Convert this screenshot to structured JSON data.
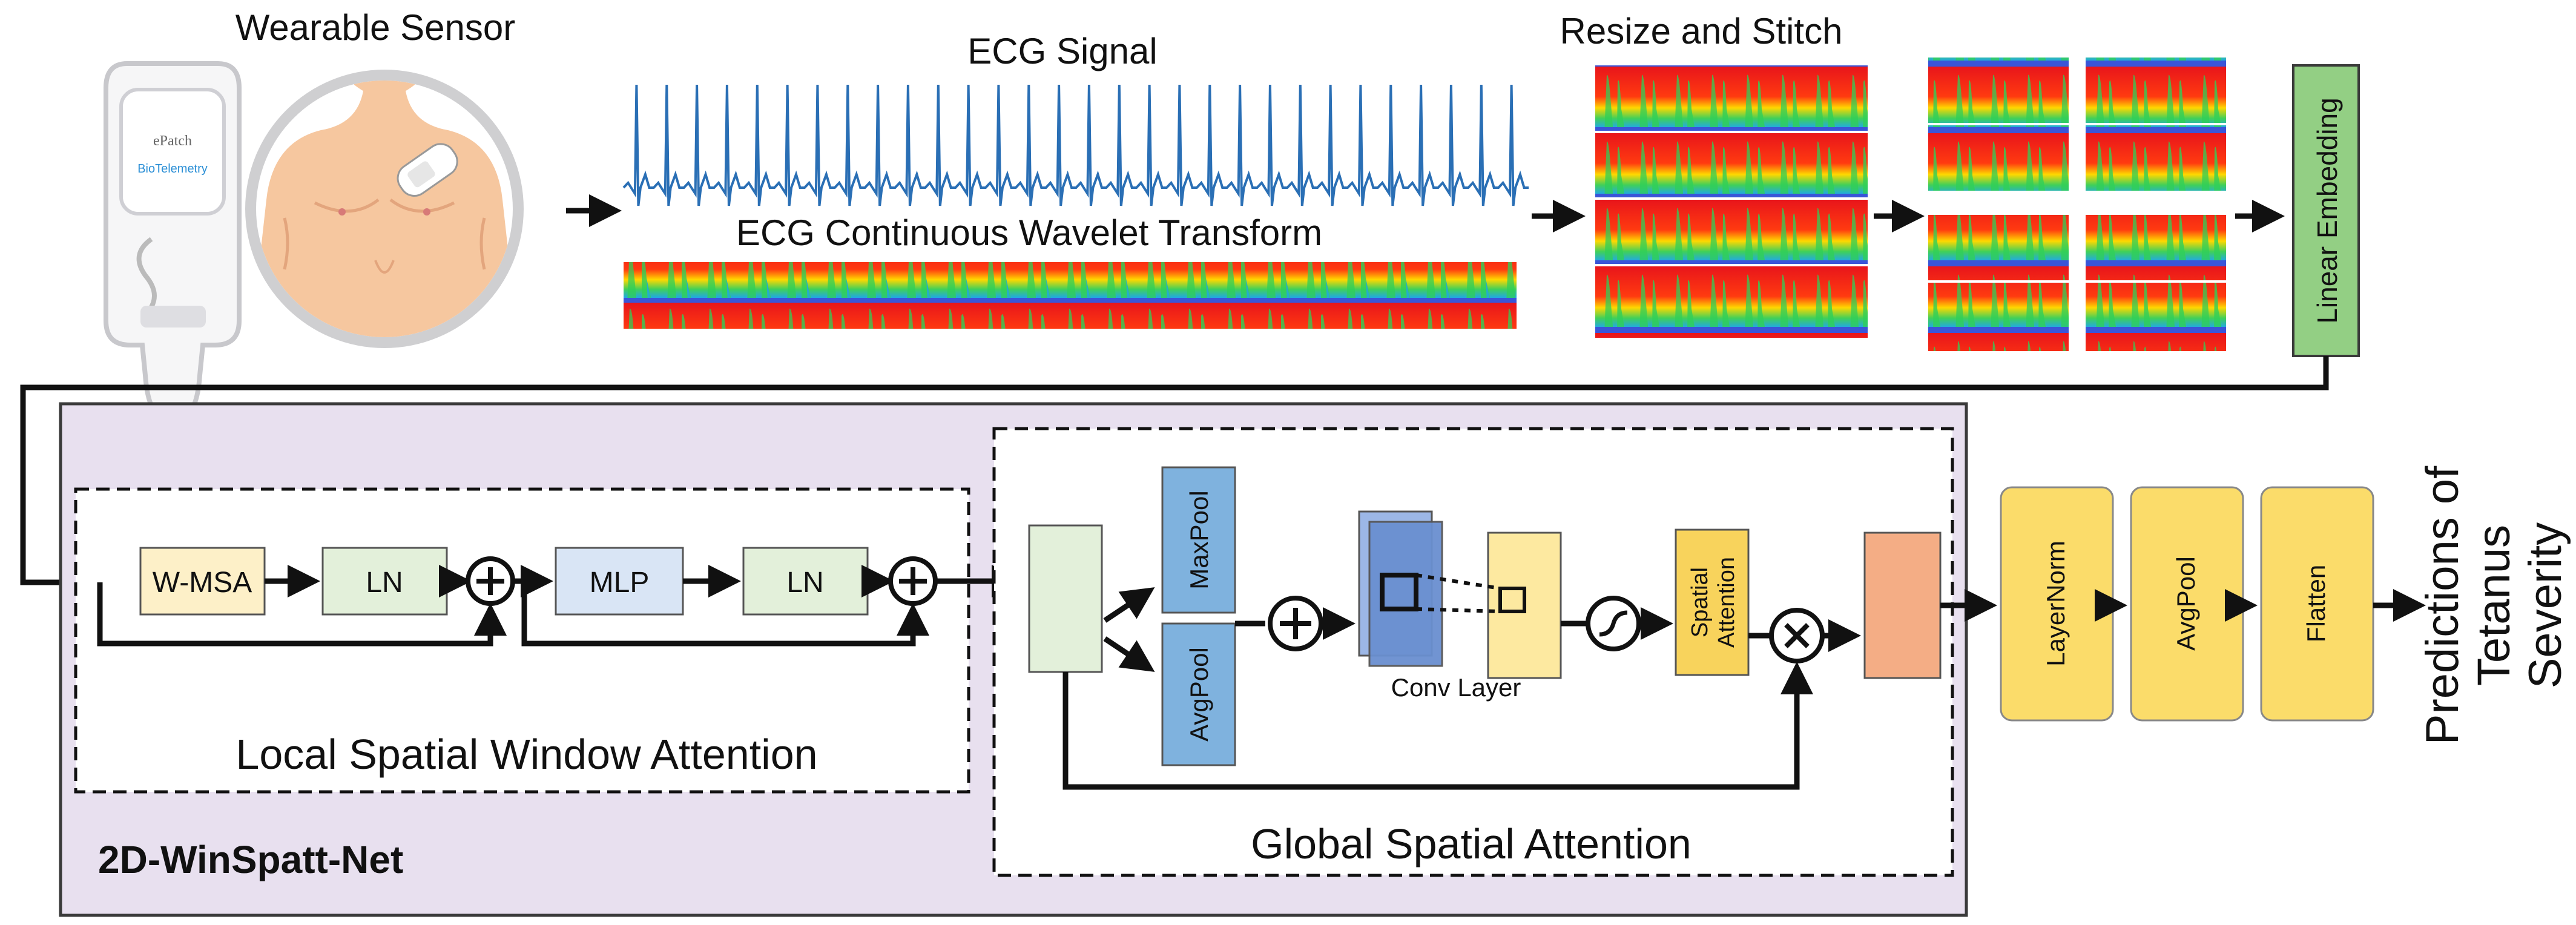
{
  "labels": {
    "wearable_sensor": "Wearable Sensor",
    "ecg_signal": "ECG Signal",
    "ecg_cwt": "ECG Continuous Wavelet Transform",
    "resize_stitch": "Resize and Stitch",
    "linear_embedding": "Linear Embedding",
    "device_brand": "ePatch",
    "device_sub": "BioTelemetry",
    "w_msa": "W-MSA",
    "ln1": "LN",
    "mlp": "MLP",
    "ln2": "LN",
    "local_block": "Local Spatial Window Attention",
    "maxpool": "MaxPool",
    "avgpool": "AvgPool",
    "conv_layer": "Conv Layer",
    "spatial_attention_1": "Spatial",
    "spatial_attention_2": "Attention",
    "global_block": "Global Spatial Attention",
    "net_name": "2D-WinSpatt-Net",
    "layernorm": "LayerNorm",
    "avgpool_out": "AvgPool",
    "flatten": "Flatten",
    "prediction_1": "Predictions of",
    "prediction_2": "Tetanus",
    "prediction_3": "Severity"
  },
  "colors": {
    "ecg_line": "#2a6fb5",
    "net_background": "#e8e0ef",
    "w_msa": "#fdf0c8",
    "ln": "#e3f0da",
    "mlp": "#d9e5f5",
    "pool": "#7fb2de",
    "conv": "#6a8fd0",
    "spatial": "#f8d35c",
    "output_block": "#f4ad85",
    "head_blocks": "#fbdc6a",
    "linear_embedding": "#93cf84"
  },
  "icons": [
    "plus-icon",
    "multiply-icon",
    "sigmoid-icon",
    "arrow-icon"
  ]
}
